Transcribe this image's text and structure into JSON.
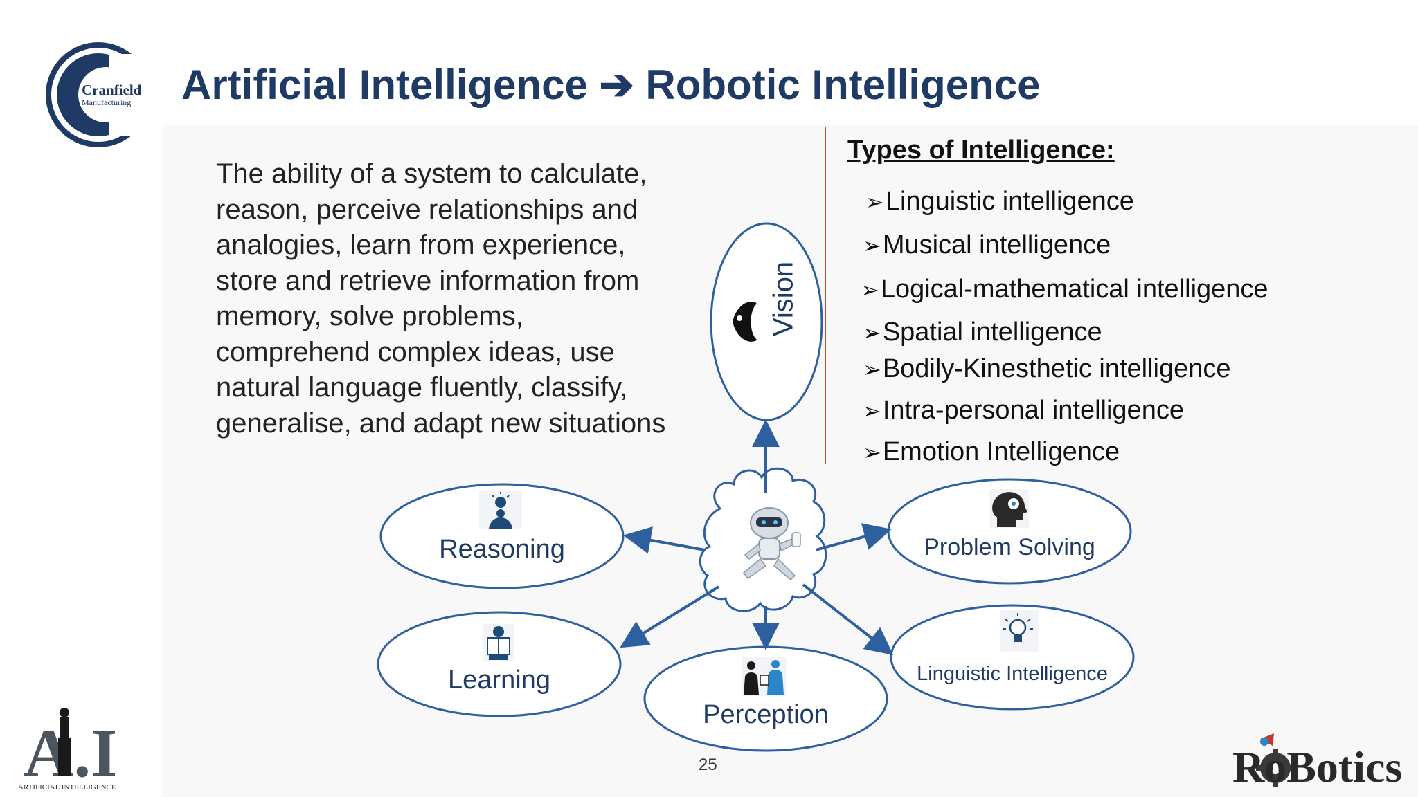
{
  "logo": {
    "line1": "Cranfield",
    "line2": "Manufacturing"
  },
  "title": "Artificial Intelligence ➔ Robotic Intelligence",
  "definition": "The ability of a system to calculate,\nreason, perceive relationships and\nanalogies, learn from experience,\nstore and retrieve information from\nmemory, solve problems,\ncomprehend complex ideas, use\nnatural language fluently, classify,\ngeneralise, and adapt new situations",
  "types": {
    "heading": "Types of Intelligence:",
    "items": [
      "Linguistic intelligence",
      "Musical intelligence",
      "Logical-mathematical intelligence",
      "Spatial intelligence",
      "Bodily-Kinesthetic intelligence",
      "Intra-personal intelligence",
      "Emotion Intelligence"
    ]
  },
  "diagram": {
    "nodes": {
      "vision": "Vision",
      "reasoning": "Reasoning",
      "problem_solving": "Problem Solving",
      "learning": "Learning",
      "perception": "Perception",
      "linguistic": "Linguistic Intelligence"
    },
    "colors": {
      "stroke": "#2e5f9e",
      "text": "#1f3a64",
      "icon": "#1e4a78"
    }
  },
  "page_number": "25",
  "bottom_logos": {
    "ai_text": "A.I.",
    "ai_caption": "ARTIFICIAL INTELLIGENCE",
    "robotics_text": "RoBotics"
  }
}
